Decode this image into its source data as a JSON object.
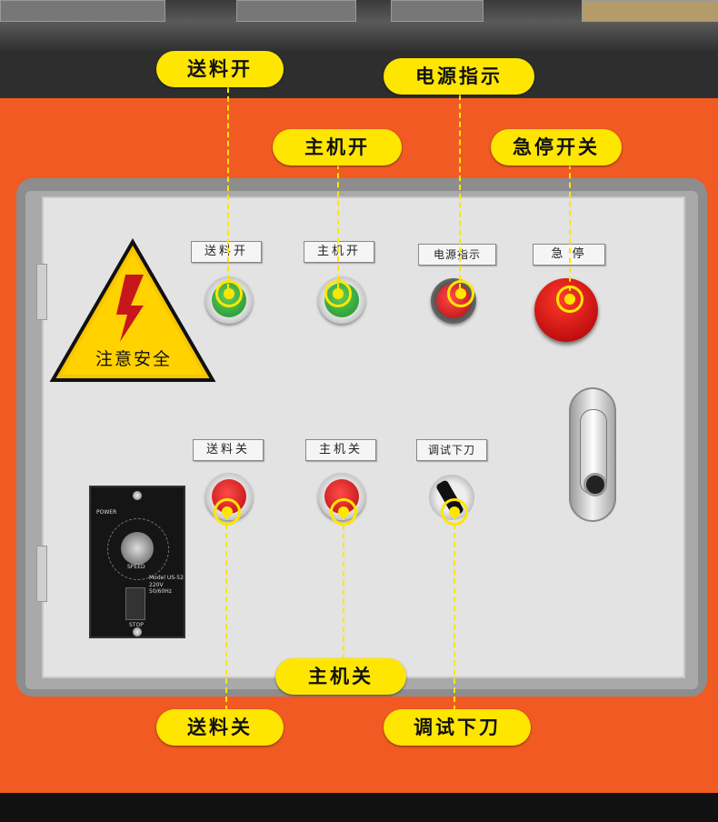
{
  "callouts": {
    "feed_on": "送料开",
    "power_indicator": "电源指示",
    "main_on": "主机开",
    "emergency_stop": "急停开关",
    "main_off": "主机关",
    "feed_off": "送料关",
    "debug_cut": "调试下刀"
  },
  "plates": {
    "feed_on": "送料开",
    "main_on": "主机开",
    "power_indicator": "电源指示",
    "emergency_stop": "急 停",
    "feed_off": "送料关",
    "main_off": "主机关",
    "debug_cut": "调试下刀"
  },
  "warning_sign": {
    "text": "注意安全"
  },
  "speed_controller": {
    "title": "POWER",
    "dial_label": "SPEED",
    "stop_label": "STOP",
    "model": "Model US-52",
    "spec": "220V 50/60Hz"
  },
  "colors": {
    "callout": "#ffe600",
    "cabinet_orange": "#f15a22",
    "button_green": "#1e8e2e",
    "button_red": "#c31010"
  }
}
